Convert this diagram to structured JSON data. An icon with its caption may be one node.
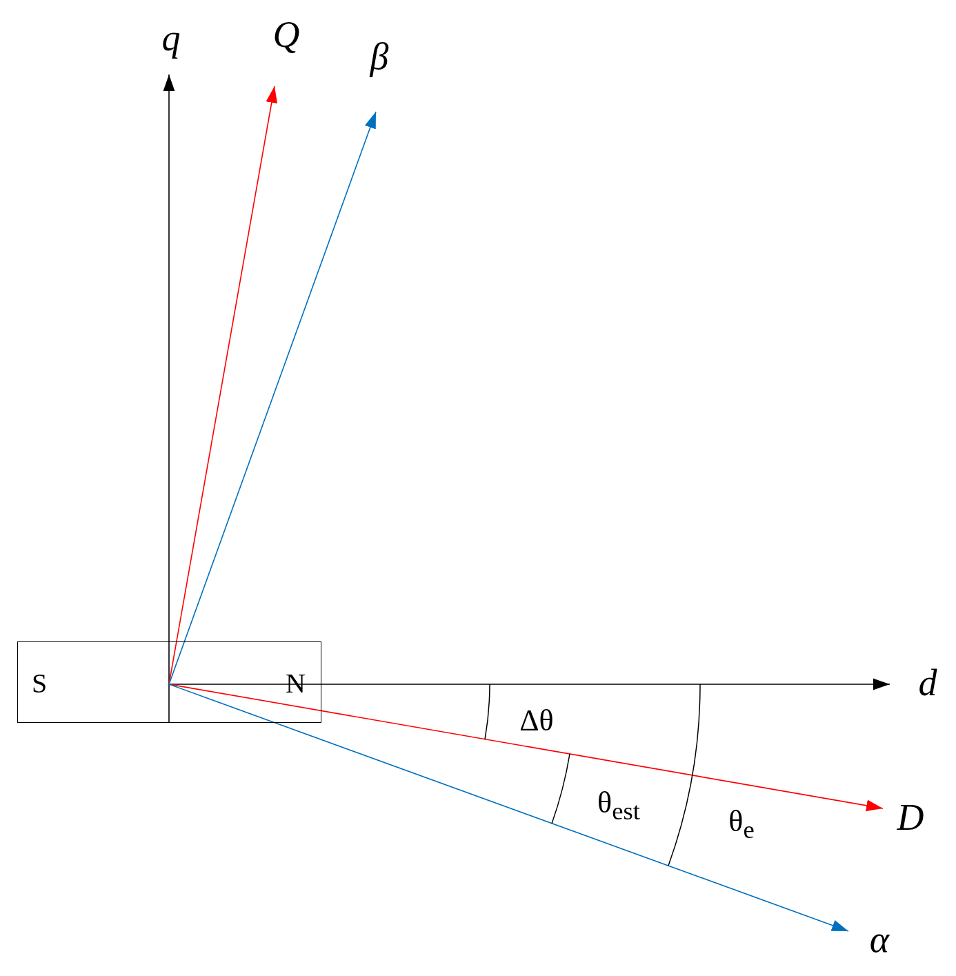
{
  "diagram": {
    "nodes": [
      {
        "text": [
          "S",
          "N"
        ]
      }
    ],
    "labels": [
      "q",
      "Q",
      "β",
      "d",
      "D",
      "α",
      "Δθ",
      "θ$_{est}$",
      "θ$_{e}$"
    ]
  }
}
